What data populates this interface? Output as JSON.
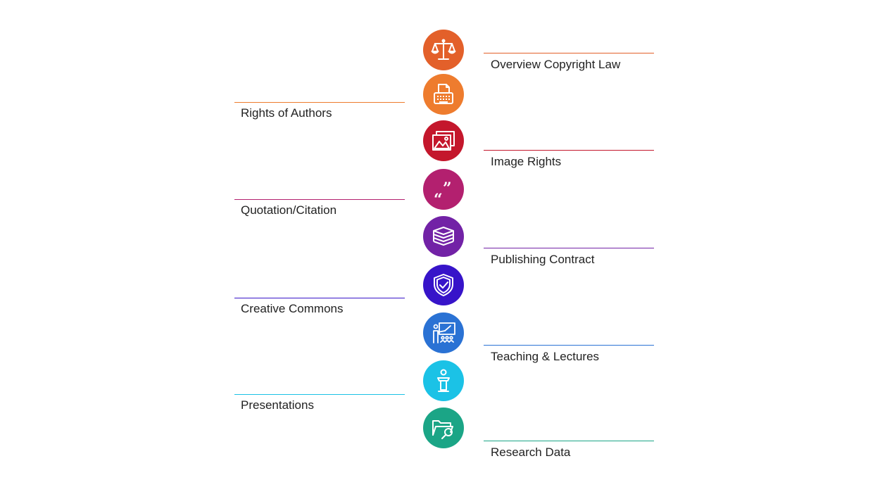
{
  "topics": [
    {
      "label": "Overview Copyright Law",
      "icon": "scales-icon",
      "color": "#E3602A",
      "side": "right"
    },
    {
      "label": "Rights of Authors",
      "icon": "typewriter-icon",
      "color": "#EE7C2E",
      "side": "left"
    },
    {
      "label": "Image Rights",
      "icon": "image-icon",
      "color": "#C4172C",
      "side": "right"
    },
    {
      "label": "Quotation/Citation",
      "icon": "quote-icon",
      "color": "#B3206F",
      "side": "left"
    },
    {
      "label": "Publishing Contract",
      "icon": "books-icon",
      "color": "#7222A6",
      "side": "right"
    },
    {
      "label": "Creative Commons",
      "icon": "shield-check-icon",
      "color": "#3714C9",
      "side": "left"
    },
    {
      "label": "Teaching & Lectures",
      "icon": "lecture-icon",
      "color": "#2A72D4",
      "side": "right"
    },
    {
      "label": "Presentations",
      "icon": "podium-icon",
      "color": "#1BC2E6",
      "side": "left"
    },
    {
      "label": "Research Data",
      "icon": "folder-search-icon",
      "color": "#1BA586",
      "side": "right"
    }
  ]
}
